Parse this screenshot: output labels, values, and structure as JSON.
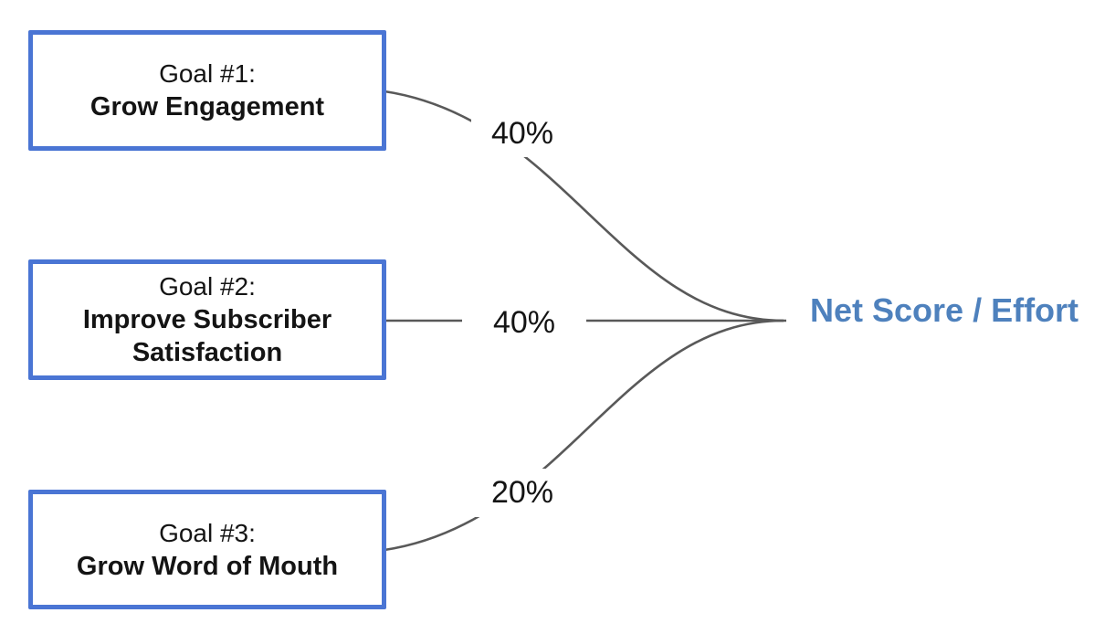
{
  "goals": [
    {
      "title": "Goal #1:",
      "name": "Grow Engagement",
      "weight": "40%"
    },
    {
      "title": "Goal #2:",
      "name": "Improve Subscriber Satisfaction",
      "weight": "40%"
    },
    {
      "title": "Goal #3:",
      "name": "Grow Word of Mouth",
      "weight": "20%"
    }
  ],
  "output_label": "Net Score / Effort",
  "colors": {
    "box_border": "#4A75D4",
    "output_text": "#4E81BD",
    "connector": "#595959",
    "label_text": "#141414",
    "background": "#FFFFFF"
  }
}
